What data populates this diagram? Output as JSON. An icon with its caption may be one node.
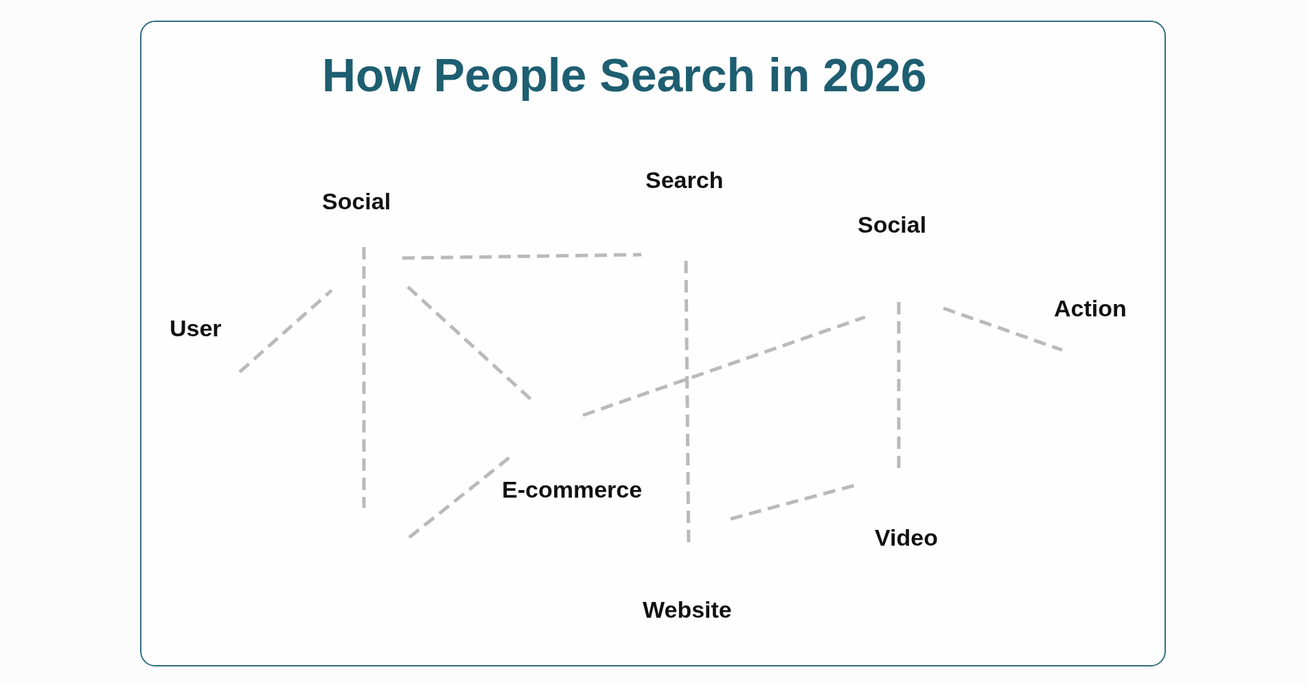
{
  "diagram": {
    "title": "How People Search in 2026",
    "nodes": [
      {
        "text": [
          "Search"
        ]
      },
      {
        "text": [
          "Social"
        ]
      },
      {
        "text": [
          "Social"
        ]
      },
      {
        "text": [
          "Action"
        ]
      },
      {
        "text": [
          "User"
        ]
      },
      {
        "text": [
          "E-commerce"
        ]
      },
      {
        "text": [
          "Video"
        ]
      },
      {
        "text": [
          "Website"
        ]
      }
    ],
    "edges": [
      {
        "from": 1,
        "to": 0,
        "arrow": "none",
        "style": "dashed"
      },
      {
        "from": 4,
        "to": 1,
        "arrow": "none",
        "style": "dashed"
      },
      {
        "from": 1,
        "to": null,
        "arrow": "none",
        "style": "dashed"
      },
      {
        "from": 1,
        "to": 5,
        "arrow": "none",
        "style": "dashed"
      },
      {
        "from": null,
        "to": 5,
        "arrow": "none",
        "style": "dashed"
      },
      {
        "from": 5,
        "to": 2,
        "arrow": "none",
        "style": "dashed"
      },
      {
        "from": 0,
        "to": 7,
        "arrow": "none",
        "style": "dashed"
      },
      {
        "from": 2,
        "to": 3,
        "arrow": "none",
        "style": "dashed"
      },
      {
        "from": 2,
        "to": 6,
        "arrow": "none",
        "style": "dashed"
      },
      {
        "from": 7,
        "to": 6,
        "arrow": "none",
        "style": "dashed"
      }
    ]
  }
}
